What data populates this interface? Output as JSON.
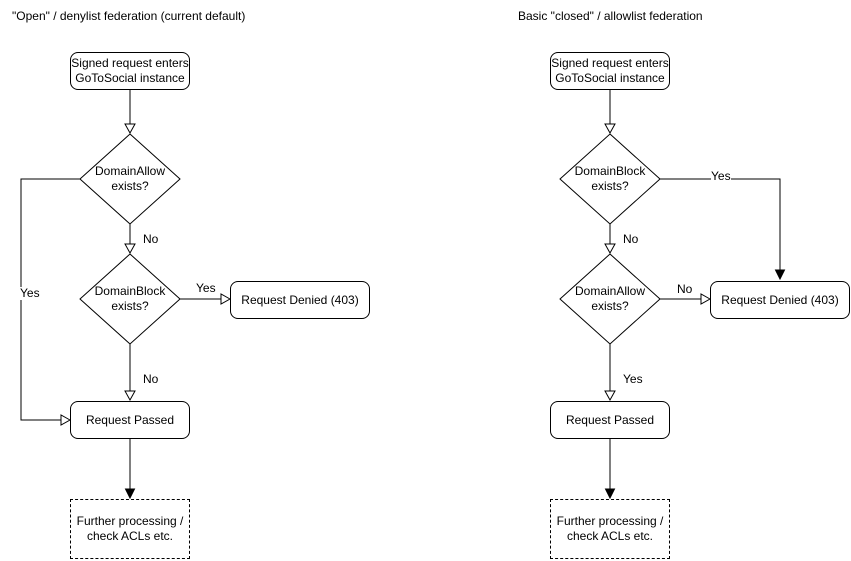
{
  "diagrams": {
    "left": {
      "title": "\"Open\" / denylist federation (current default)",
      "nodes": {
        "start": "Signed request enters\nGoToSocial instance",
        "decision1": "DomainAllow\nexists?",
        "decision2": "DomainBlock\nexists?",
        "denied": "Request Denied (403)",
        "passed": "Request Passed",
        "further": "Further processing /\ncheck ACLs etc."
      },
      "edge_labels": {
        "decision1_no": "No",
        "decision1_yes": "Yes",
        "decision2_yes": "Yes",
        "decision2_no": "No"
      }
    },
    "right": {
      "title": "Basic \"closed\" / allowlist federation",
      "nodes": {
        "start": "Signed request enters\nGoToSocial instance",
        "decision1": "DomainBlock\nexists?",
        "decision2": "DomainAllow\nexists?",
        "denied": "Request Denied (403)",
        "passed": "Request Passed",
        "further": "Further processing /\ncheck ACLs etc."
      },
      "edge_labels": {
        "decision1_yes": "Yes",
        "decision1_no": "No",
        "decision2_no": "No",
        "decision2_yes": "Yes"
      }
    }
  },
  "colors": {
    "background": "#ffffff",
    "stroke": "#000000",
    "text": "#000000"
  }
}
